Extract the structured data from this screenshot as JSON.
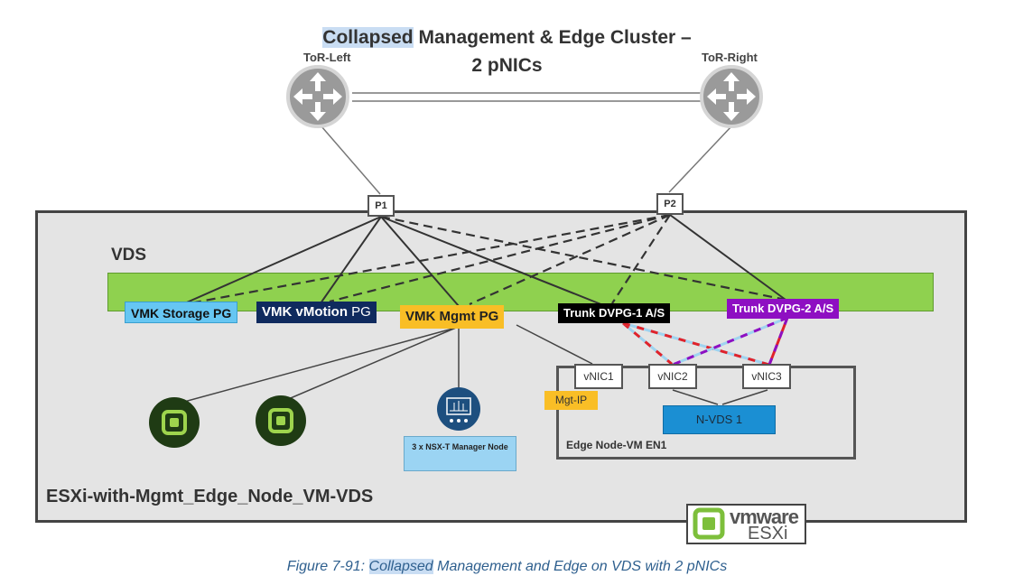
{
  "title": {
    "line1_highlight": "Collapsed",
    "line1_rest": " Management & Edge Cluster –",
    "line2": "2 pNICs"
  },
  "tor_left": "ToR-Left",
  "tor_right": "ToR-Right",
  "pnics": {
    "p1": "P1",
    "p2": "P2"
  },
  "vds_label": "VDS",
  "port_groups": {
    "storage": "VMK Storage PG",
    "vmotion_bold": "VMK vMotion",
    "vmotion_rest": " PG",
    "mgmt": "VMK Mgmt PG",
    "trunk1": "Trunk DVPG-1 A/S",
    "trunk2": "Trunk DVPG-2 A/S"
  },
  "vnics": {
    "vnic1": "vNIC1",
    "vnic2": "vNIC2",
    "vnic3": "vNIC3"
  },
  "mgt_ip": "Mgt-IP",
  "nvds": "N-VDS 1",
  "edge_node_label": "Edge Node-VM EN1",
  "nsx_manager_label": "3 x NSX-T Manager Node",
  "host_label": "ESXi-with-Mgmt_Edge_Node_VM-VDS",
  "esxi_logo": {
    "brand": "vmware",
    "product": "ESXi"
  },
  "caption": {
    "prefix": "Figure 7-91: ",
    "highlight": "Collapsed",
    "rest": " Management and Edge on VDS with 2 pNICs"
  },
  "colors": {
    "vds": "#8fd14f",
    "storage_pg": "#66c6f2",
    "vmotion_pg": "#0f2a5e",
    "mgmt_pg": "#f9be26",
    "trunk1_pg": "#000000",
    "trunk2_pg": "#8e0fc2",
    "nvds": "#1b8fd3",
    "active_link": "#e0222b",
    "standby_link": "#9fd3f0",
    "vm_green": "#1f3b14"
  }
}
